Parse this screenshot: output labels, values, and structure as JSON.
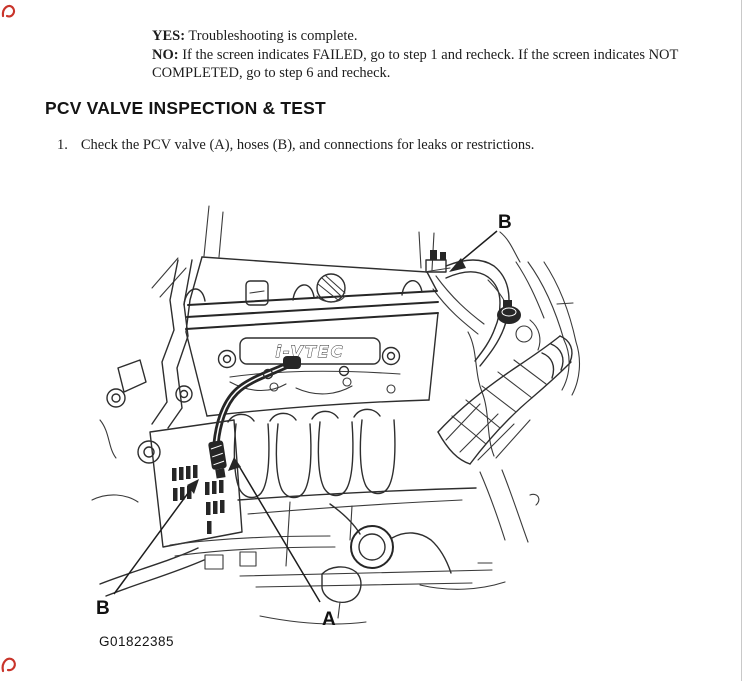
{
  "document": {
    "troubleshooting_results": [
      {
        "label": "YES:",
        "text": "Troubleshooting is complete."
      },
      {
        "label": "NO:",
        "text": "If the screen indicates FAILED, go to step 1 and recheck. If the screen indicates NOT COMPLETED, go to step 6 and recheck."
      }
    ],
    "section_heading": "PCV VALVE INSPECTION & TEST",
    "steps": [
      {
        "number": "1.",
        "text": "Check the PCV valve (A), hoses (B), and connections for leaks or restrictions."
      }
    ],
    "figure": {
      "callout_hose_top": "B",
      "callout_hose_bottom": "B",
      "callout_pcv_valve": "A",
      "engine_cover_badge": "i-VTEC",
      "figure_id": "G01822385"
    },
    "colors": {
      "ink": "#1d1d1d",
      "line_art": "#2e2e2e",
      "annotation_red": "#c9342a",
      "page_edge_line": "#c9c9c9"
    }
  }
}
